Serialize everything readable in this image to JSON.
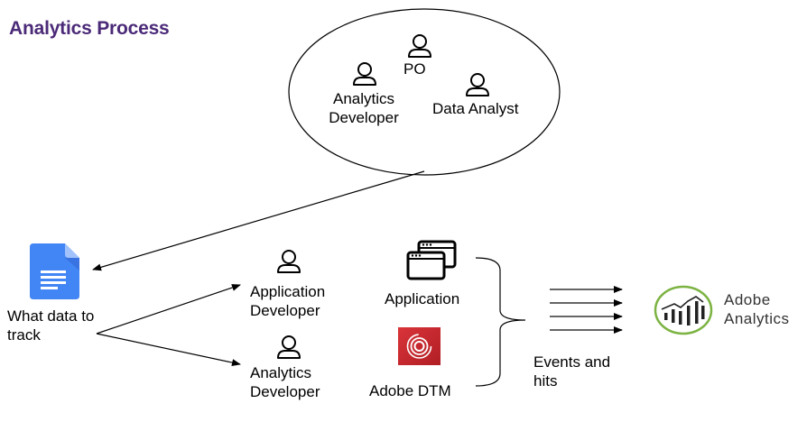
{
  "title": "Analytics Process",
  "stakeholders": {
    "group_name": "stakeholder-group",
    "members": [
      {
        "label": "PO",
        "icon": "person-icon"
      },
      {
        "label_lines": [
          "Analytics",
          "Developer"
        ],
        "icon": "person-icon"
      },
      {
        "label": "Data Analyst",
        "icon": "person-icon"
      }
    ]
  },
  "document": {
    "icon": "google-docs-icon",
    "label_lines": [
      "What data to",
      "track"
    ]
  },
  "developers": [
    {
      "label_lines": [
        "Application",
        "Developer"
      ],
      "icon": "person-icon"
    },
    {
      "label_lines": [
        "Analytics",
        "Developer"
      ],
      "icon": "person-icon"
    }
  ],
  "tools": [
    {
      "label": "Application",
      "icon": "browser-windows-icon"
    },
    {
      "label": "Adobe DTM",
      "icon": "adobe-dtm-icon"
    }
  ],
  "events": {
    "label_lines": [
      "Events and",
      "hits"
    ],
    "arrow_count": 4
  },
  "destination": {
    "icon": "adobe-analytics-logo-icon",
    "label_lines": [
      "Adobe",
      "Analytics"
    ]
  },
  "colors": {
    "title": "#4b2a78",
    "docs_blue": "#4285f4",
    "dtm_red": "#c8262c",
    "analytics_green": "#7cb342"
  }
}
